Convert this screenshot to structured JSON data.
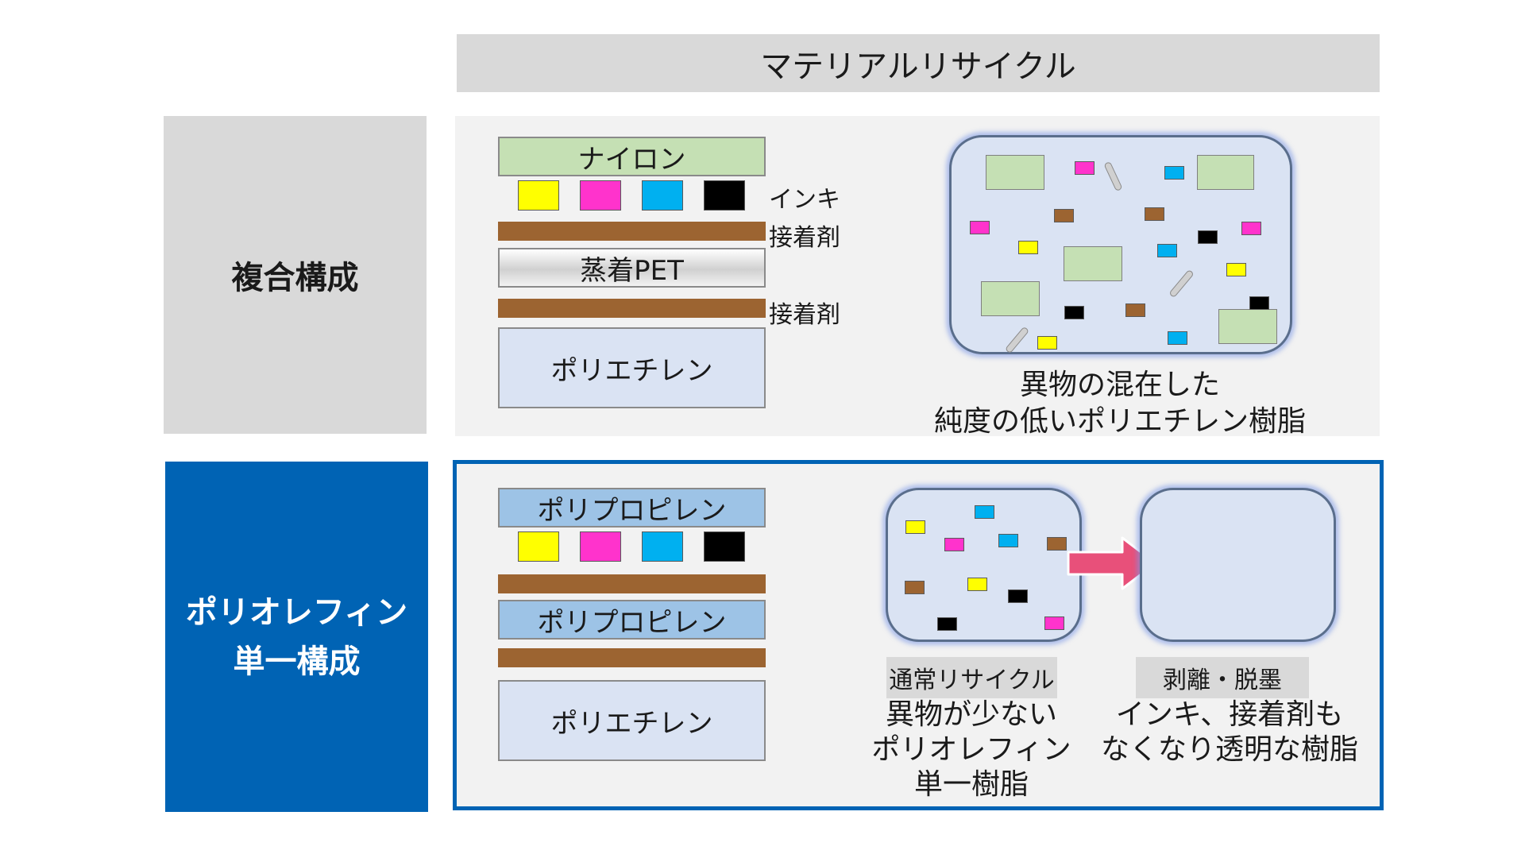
{
  "header": {
    "title": "マテリアルリサイクル"
  },
  "rows": {
    "composite": {
      "label": "複合構成"
    },
    "mono": {
      "label_line1": "ポリオレフィン",
      "label_line2": "単一構成"
    }
  },
  "composite_layers": {
    "nylon": "ナイロン",
    "ink": "インキ",
    "adhesive_1": "接着剤",
    "pet": "蒸着PET",
    "adhesive_2": "接着剤",
    "polyethylene": "ポリエチレン"
  },
  "composite_result": {
    "line1": "異物の混在した",
    "line2": "純度の低いポリエチレン樹脂"
  },
  "mono_layers": {
    "pp_1": "ポリプロピレン",
    "pp_2": "ポリプロピレン",
    "polyethylene": "ポリエチレン"
  },
  "normal_recycle": {
    "tag": "通常リサイクル",
    "line1": "異物が少ない",
    "line2": "ポリオレフィン",
    "line3": "単一樹脂"
  },
  "deinking": {
    "tag": "剥離・脱墨",
    "line1": "インキ、接着剤も",
    "line2": "なくなり透明な樹脂"
  },
  "colors": {
    "brand_blue": "#0063b4",
    "arrow_pink": "#e8507a",
    "yellow_ink": "#ffff00",
    "magenta_ink": "#ff33cc",
    "cyan_ink": "#00b0f0",
    "black_ink": "#000000",
    "adhesive_brown": "#9c6431"
  }
}
